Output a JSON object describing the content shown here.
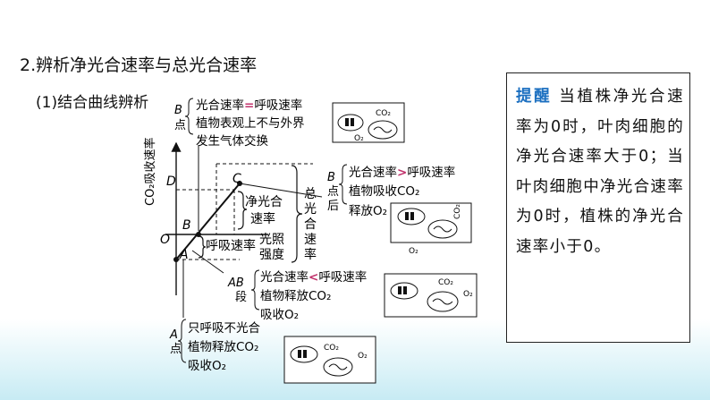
{
  "heading": "2.辨析净光合速率与总光合速率",
  "subheading": "(1)结合曲线辨析",
  "tip": {
    "label": "提醒",
    "text": "当植株净光合速率为0时，叶肉细胞的净光合速率大于0；当叶肉细胞中净光合速率为0时，植株的净光合速率小于0。"
  },
  "graph": {
    "y_axis_label": "CO₂吸收速率",
    "x_axis_label_line1": "光照",
    "x_axis_label_line2": "强度",
    "origin": "O",
    "point_A": "A",
    "point_B": "B",
    "point_C": "C",
    "point_D": "D",
    "net_label_line1": "净光合",
    "net_label_line2": "速率",
    "resp_label": "呼吸速率",
    "total_label_line1": "总",
    "total_label_line2": "光",
    "total_label_line3": "合",
    "total_label_line4": "速",
    "total_label_line5": "率"
  },
  "notes": {
    "b_point": {
      "tag_line1": "B",
      "tag_line2": "点",
      "line1_a": "光合速率",
      "line1_sign": "=",
      "line1_b": "呼吸速率",
      "line2": "植物表观上不与外界",
      "line3": "发生气体交换"
    },
    "after_b": {
      "tag_line1": "B",
      "tag_line2": "点",
      "tag_line3": "后",
      "line1_a": "光合速率",
      "line1_sign": ">",
      "line1_b": "呼吸速率",
      "line2": "植物吸收CO₂",
      "line3": "释放O₂"
    },
    "ab_segment": {
      "tag_line1": "AB",
      "tag_line2": "段",
      "line1_a": "光合速率",
      "line1_sign": "<",
      "line1_b": "呼吸速率",
      "line2": "植物释放CO₂",
      "line3": "吸收O₂"
    },
    "a_point": {
      "tag_line1": "A",
      "tag_line2": "点",
      "line1": "只呼吸不光合",
      "line2": "植物释放CO₂",
      "line3": "吸收O₂"
    }
  },
  "cells": {
    "co2": "CO₂",
    "o2": "O₂"
  },
  "colors": {
    "tip_label": "#1b6fc0",
    "sign": "#c0306a"
  }
}
